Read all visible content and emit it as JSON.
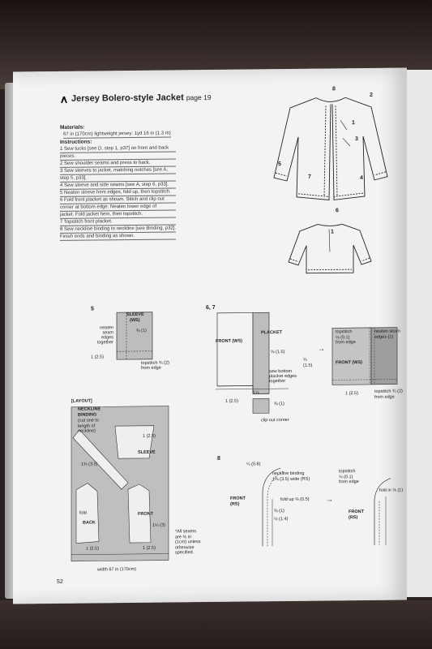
{
  "title": "Jersey Bolero-style Jacket",
  "title_page_ref": "page 19",
  "materials_heading": "Materials:",
  "materials_text": "67 in (170cm) lightweight jersey: 1yd 16 in (1.3 m)",
  "instructions_heading": "Instructions:",
  "instructions": [
    "1  Sew tucks [see D, step 1, p37] on front and back",
    "    pieces.",
    "2  Sew shoulder seams and press to back.",
    "3  Sew sleeves to jacket, matching notches [see A,",
    "    step 5, p33].",
    "4  Sew sleeve and side seams [see A, step 6, p33].",
    "5  Neaten sleeve hem edges, fold up, then topstitch.",
    "6  Fold front placket as shown. Stitch and clip out",
    "    corner at bottom edge. Neaten lower edge of",
    "    jacket. Fold jacket hem, then topstitch.",
    "7  Topstitch front placket.",
    "8  Sew neckline binding to neckline [see Binding, p32].",
    "    Finish ends and binding as shown."
  ],
  "jacket_callouts": [
    "8",
    "2",
    "1",
    "3",
    "4",
    "5",
    "7",
    "6",
    "1"
  ],
  "step5": {
    "num": "5",
    "sleeve_label": "SLEEVE",
    "ws": "(WS)",
    "neaten": [
      "neaten",
      "seam",
      "edges",
      "together"
    ],
    "m1": "⅜ (1)",
    "m2": "1 (2.5)",
    "topstitch": [
      "topstitch ¾ (2)",
      "from edge"
    ]
  },
  "step67": {
    "num": "6, 7",
    "front_ws": "FRONT (WS)",
    "placket": "PLACKET",
    "m58": "⅝ (1.5)",
    "sew_bottom": [
      "sew bottom",
      "placket edges",
      "together"
    ],
    "m1": "1 (2.5)",
    "m1b": "1⅛",
    "m38": "⅜ (1)",
    "clip": "clip out corner",
    "m58b": [
      "⅝",
      "(1.5)"
    ],
    "topstitch_a": [
      "topstitch",
      "⅛ (0.1)",
      "from edge"
    ],
    "neaten_seam": [
      "neaten seam",
      "edges (1)"
    ],
    "front_ws2": "FRONT (WS)",
    "m1c": "1 (2.5)",
    "topstitch_b": [
      "topstitch ¾ (2)",
      "from edge"
    ]
  },
  "layout": {
    "heading": "[LAYOUT]",
    "binding": [
      "NECKLINE",
      "BINDING"
    ],
    "binding_note": [
      "(cut one to",
      "length of",
      "neckline)"
    ],
    "m1_top": "1 (2.5)",
    "m138": "1⅜ (3.5)",
    "sleeve": "SLEEVE",
    "fold": "fold",
    "back": "BACK",
    "front": "FRONT",
    "m114": "1¼ (3)",
    "m1_b1": "1 (2.5)",
    "m1_b2": "1 (2.5)",
    "width": "width 67 in (170cm)",
    "note": [
      "*All seams",
      "are ⅜ in",
      "(1cm) unless",
      "otherwise",
      "specified."
    ]
  },
  "step8": {
    "num": "8",
    "m14": "¼ (0.8)",
    "binding": [
      "neckline binding",
      "1⅜ (3.5) wide (RS)"
    ],
    "front_rs": [
      "FRONT",
      "(RS)"
    ],
    "fold_up": "fold up ⅝ (0.5)",
    "m38": "⅜ (1)",
    "m12": "½ (1.4)",
    "topstitch": [
      "topstitch",
      "⅛ (0.1)",
      "from edge"
    ],
    "fold_in": "fold in ⅝ (1)",
    "front_rs2": [
      "FRONT",
      "(RS)"
    ]
  },
  "page_number": "52"
}
